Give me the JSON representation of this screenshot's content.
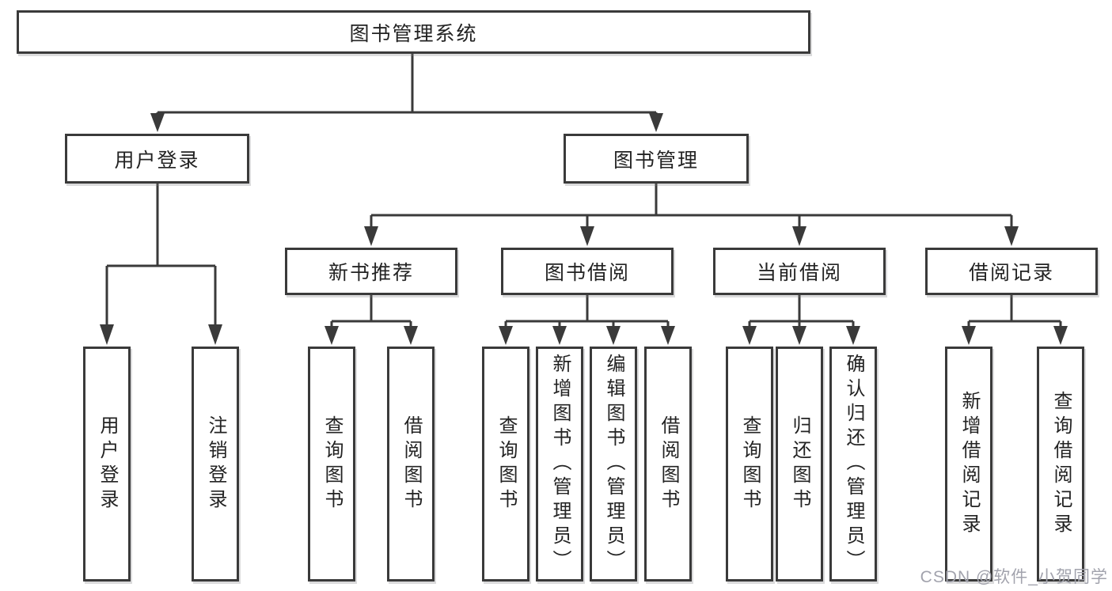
{
  "diagram_type": "hierarchy-tree",
  "tree": {
    "label": "图书管理系统",
    "children": [
      {
        "label": "用户登录",
        "children": [
          {
            "label": "用户登录"
          },
          {
            "label": "注销登录"
          }
        ]
      },
      {
        "label": "图书管理",
        "children": [
          {
            "label": "新书推荐",
            "children": [
              {
                "label": "查询图书"
              },
              {
                "label": "借阅图书"
              }
            ]
          },
          {
            "label": "图书借阅",
            "children": [
              {
                "label": "查询图书"
              },
              {
                "label": "新增图书（管理员）"
              },
              {
                "label": "编辑图书（管理员）"
              },
              {
                "label": "借阅图书"
              }
            ]
          },
          {
            "label": "当前借阅",
            "children": [
              {
                "label": "查询图书"
              },
              {
                "label": "归还图书"
              },
              {
                "label": "确认归还（管理员）"
              }
            ]
          },
          {
            "label": "借阅记录",
            "children": [
              {
                "label": "新增借阅记录"
              },
              {
                "label": "查询借阅记录"
              }
            ]
          }
        ]
      }
    ]
  },
  "watermark": "CSDN @软件_小贺同学",
  "colors": {
    "line": "#3a3a3a",
    "box_border": "#3a3a3a",
    "text": "#232323",
    "background": "#ffffff",
    "watermark": "#a2a3ad"
  }
}
